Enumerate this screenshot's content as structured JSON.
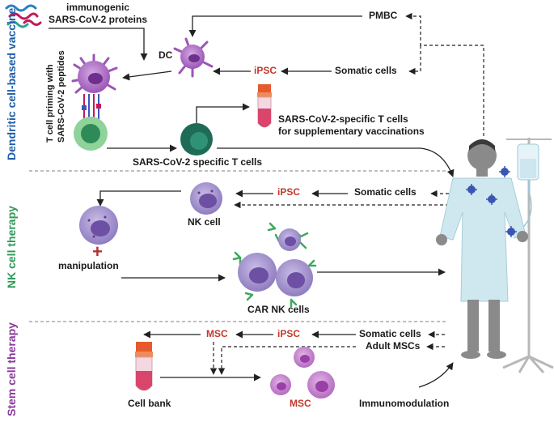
{
  "sections": {
    "dendritic": "Dendritic cell-based vaccine",
    "nk": "NK cell therapy",
    "stem": "Stem cell therapy"
  },
  "top": {
    "immunogenic": "immunogenic",
    "proteins": "SARS-CoV-2 proteins",
    "pmbc": "PMBC",
    "dc": "DC",
    "ipsc": "iPSC",
    "somatic": "Somatic cells",
    "t_priming_1": "T cell priming with",
    "t_priming_2": "SARS-CoV-2 peptides",
    "specific_t_1": "SARS-CoV-2-specific T cells",
    "specific_t_2": "for supplementary vaccinations",
    "specific_t_cells": "SARS-CoV-2 specific T cells"
  },
  "nk": {
    "ipsc": "iPSC",
    "somatic": "Somatic cells",
    "nk_cell": "NK cell",
    "manipulation": "manipulation",
    "car_nk": "CAR NK cells"
  },
  "stem": {
    "msc_top": "MSC",
    "ipsc": "iPSC",
    "somatic": "Somatic cells",
    "adult_mscs": "Adult MSCs",
    "cell_bank": "Cell bank",
    "msc_bottom": "MSC",
    "immunomodulation": "Immunomodulation"
  },
  "colors": {
    "section_blue": "#1f5fa8",
    "section_green": "#2e9a57",
    "section_purple": "#8a3b98",
    "ipsc_red": "#c0392b",
    "cell_purple": "#9b86c8"
  }
}
